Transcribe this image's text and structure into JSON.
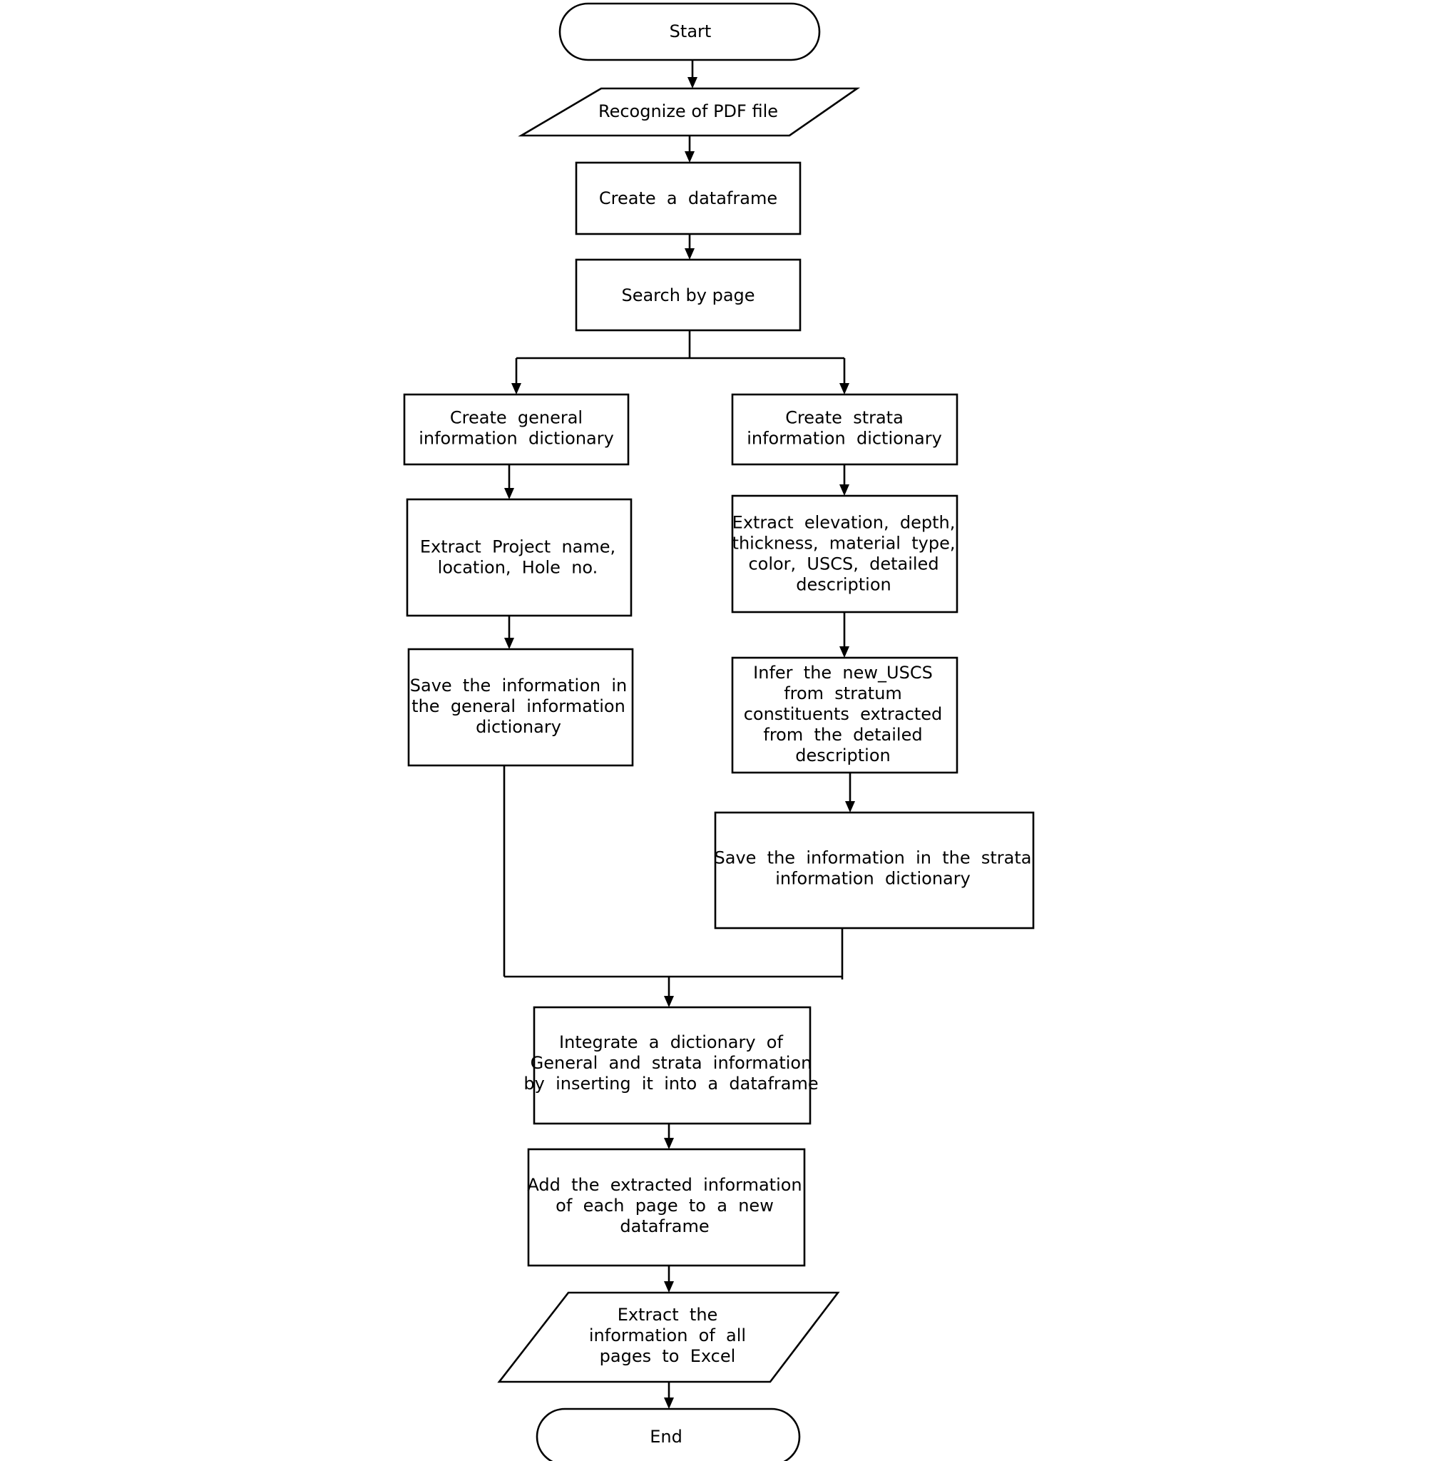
{
  "nodes": {
    "start": {
      "text": [
        "Start"
      ]
    },
    "recognize_pdf": {
      "text": [
        "Recognize of PDF file"
      ]
    },
    "create_dataframe": {
      "text": [
        "Create  a  dataframe"
      ]
    },
    "search_by_page": {
      "text": [
        "Search by page"
      ]
    },
    "create_general_dict": {
      "text": [
        "Create  general",
        "information  dictionary"
      ]
    },
    "create_strata_dict": {
      "text": [
        "Create  strata",
        "information  dictionary"
      ]
    },
    "extract_project": {
      "text": [
        "Extract  Project  name,",
        "location,  Hole  no."
      ]
    },
    "extract_strata": {
      "text": [
        "Extract  elevation,  depth,",
        "thickness,  material  type,",
        "color,  USCS,  detailed",
        "description"
      ]
    },
    "save_general": {
      "text": [
        "Save  the  information  in",
        "the  general  information",
        "dictionary"
      ]
    },
    "infer_uscs": {
      "text": [
        "Infer  the  new_USCS",
        "from  stratum",
        "constituents  extracted",
        "from  the  detailed",
        "description"
      ]
    },
    "save_strata": {
      "text": [
        "Save  the  information  in  the  strata",
        "information  dictionary"
      ]
    },
    "integrate": {
      "text": [
        "Integrate  a  dictionary  of",
        "General  and  strata  information",
        "by  inserting  it  into  a  dataframe"
      ]
    },
    "add_extracted": {
      "text": [
        "Add  the  extracted  information",
        "of  each  page  to  a  new",
        "dataframe"
      ]
    },
    "export_excel": {
      "text": [
        "Extract  the",
        "information  of  all",
        "pages  to  Excel"
      ]
    },
    "end": {
      "text": [
        "End"
      ]
    }
  }
}
